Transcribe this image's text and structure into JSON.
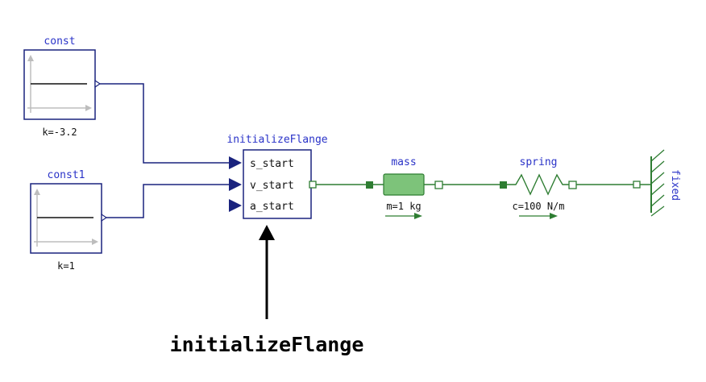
{
  "colors": {
    "block_border": "#1a237e",
    "signal_line": "#1a237e",
    "mech_line": "#2e7d32",
    "mass_fill": "#7dc37a",
    "label_blue": "#2a33c8",
    "axis_gray": "#bdbdbd"
  },
  "blocks": {
    "const": {
      "name": "const",
      "param": "k=-3.2"
    },
    "const1": {
      "name": "const1",
      "param": "k=1"
    },
    "initializeFlange": {
      "name": "initializeFlange",
      "ports": [
        "s_start",
        "v_start",
        "a_start"
      ]
    },
    "mass": {
      "name": "mass",
      "param": "m=1 kg"
    },
    "spring": {
      "name": "spring",
      "param": "c=100 N/m"
    },
    "fixed": {
      "name": "fixed"
    }
  },
  "annotation": {
    "label": "initializeFlange",
    "arrow_icon": "arrow-up-icon"
  }
}
